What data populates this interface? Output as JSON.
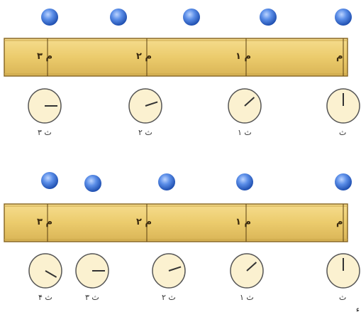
{
  "section_top": {
    "points": [
      {
        "label": "م"
      },
      {
        "label": "م ۱"
      },
      {
        "label": "م ۲"
      },
      {
        "label": "م ۳"
      }
    ],
    "clocks": [
      {
        "label": "ث",
        "hand_seconds": 0
      },
      {
        "label": "۱ ث",
        "hand_seconds": 8
      },
      {
        "label": "۲ ث",
        "hand_seconds": 12
      },
      {
        "label": "۳ ث",
        "hand_seconds": 15
      }
    ]
  },
  "section_bottom": {
    "points": [
      {
        "label": "م"
      },
      {
        "label": "م ۱"
      },
      {
        "label": "م ۲"
      },
      {
        "label": "م ۳"
      }
    ],
    "clocks": [
      {
        "label": "ث",
        "hand_seconds": 0
      },
      {
        "label": "۱ ث",
        "hand_seconds": 8
      },
      {
        "label": "۲ ث",
        "hand_seconds": 12
      },
      {
        "label": "۳ ث",
        "hand_seconds": 15
      },
      {
        "label": "۴ ث",
        "hand_seconds": 20
      }
    ]
  },
  "corner_mark": "ء",
  "colors": {
    "track": "#e9cc72",
    "track_border": "#8a6a28",
    "ball": "#3f73d6",
    "clock_face": "#fbf1d0"
  }
}
